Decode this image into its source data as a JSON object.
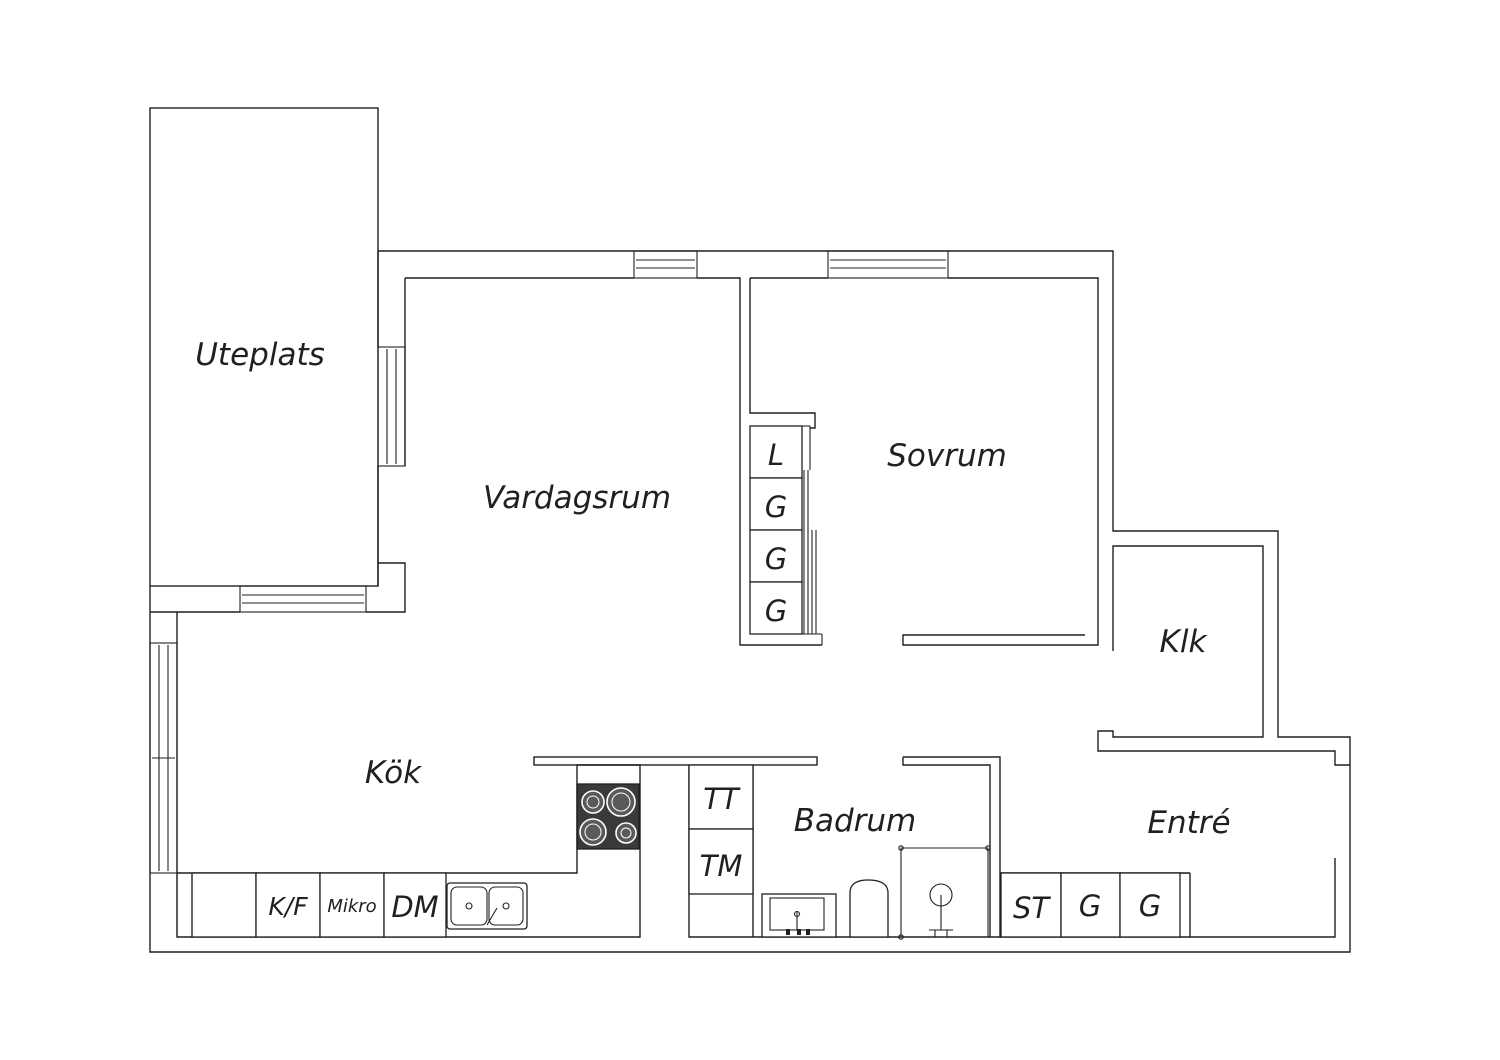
{
  "rooms": {
    "uteplats": "Uteplats",
    "vardagsrum": "Vardagsrum",
    "sovrum": "Sovrum",
    "klk": "Klk",
    "kok": "Kök",
    "badrum": "Badrum",
    "entre": "Entré"
  },
  "fixtures": {
    "wardrobe_l": "L",
    "wardrobe_g1": "G",
    "wardrobe_g2": "G",
    "wardrobe_g3": "G",
    "tt": "TT",
    "tm": "TM",
    "kf": "K/F",
    "mikro": "Mikro",
    "dm": "DM",
    "st": "ST",
    "entre_g1": "G",
    "entre_g2": "G"
  },
  "colors": {
    "line": "#231f20",
    "stove": "#3a3a3a",
    "background": "#ffffff"
  }
}
